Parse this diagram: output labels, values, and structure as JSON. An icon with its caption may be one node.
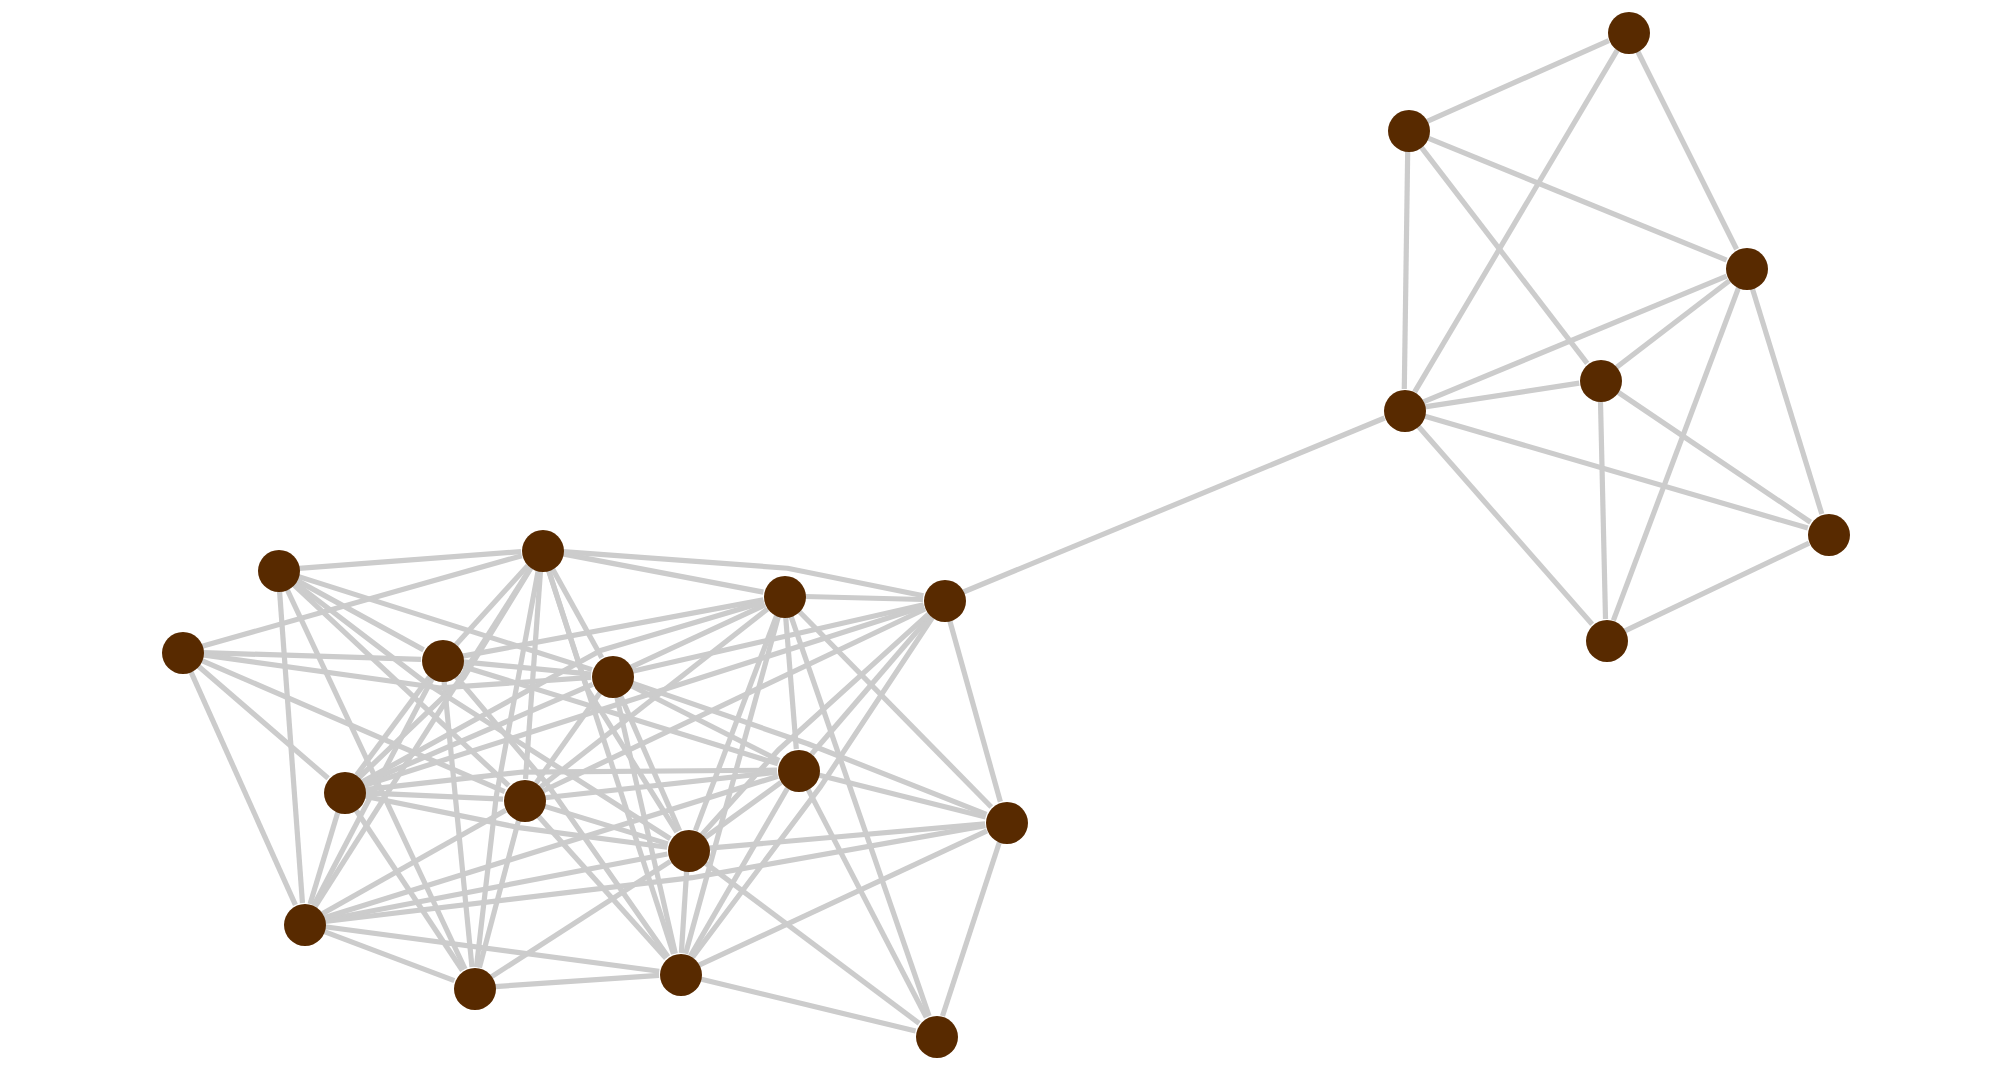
{
  "diagram": {
    "nodes": [
      {
        "text": [],
        "shape": "circle"
      },
      {
        "text": [],
        "shape": "circle"
      },
      {
        "text": [],
        "shape": "circle"
      },
      {
        "text": [],
        "shape": "circle"
      },
      {
        "text": [],
        "shape": "circle"
      },
      {
        "text": [],
        "shape": "circle"
      },
      {
        "text": [],
        "shape": "circle"
      },
      {
        "text": [],
        "shape": "circle"
      },
      {
        "text": [],
        "shape": "circle"
      },
      {
        "text": [],
        "shape": "circle"
      },
      {
        "text": [],
        "shape": "circle"
      },
      {
        "text": [],
        "shape": "circle"
      },
      {
        "text": [],
        "shape": "circle"
      },
      {
        "text": [],
        "shape": "circle"
      },
      {
        "text": [],
        "shape": "circle"
      },
      {
        "text": [],
        "shape": "circle"
      },
      {
        "text": [],
        "shape": "circle"
      },
      {
        "text": [],
        "shape": "circle"
      },
      {
        "text": [],
        "shape": "circle"
      },
      {
        "text": [],
        "shape": "circle"
      },
      {
        "text": [],
        "shape": "circle"
      },
      {
        "text": [],
        "shape": "circle"
      },
      {
        "text": [],
        "shape": "circle"
      }
    ],
    "edges": [
      {
        "from": 0,
        "to": 7,
        "arrow": "none"
      },
      {
        "from": 0,
        "to": 4,
        "arrow": "none"
      },
      {
        "from": 0,
        "to": 8,
        "arrow": "none"
      },
      {
        "from": 0,
        "to": 6,
        "arrow": "none"
      },
      {
        "from": 0,
        "to": 2,
        "arrow": "none"
      },
      {
        "from": 0,
        "to": 3,
        "arrow": "none"
      },
      {
        "from": 1,
        "to": 7,
        "arrow": "none"
      },
      {
        "from": 1,
        "to": 4,
        "arrow": "none"
      },
      {
        "from": 1,
        "to": 8,
        "arrow": "none"
      },
      {
        "from": 1,
        "to": 6,
        "arrow": "none"
      },
      {
        "from": 1,
        "to": 2,
        "arrow": "none"
      },
      {
        "from": 1,
        "to": 5,
        "arrow": "none"
      },
      {
        "from": 1,
        "to": 10,
        "arrow": "none"
      },
      {
        "from": 2,
        "to": 5,
        "arrow": "none"
      },
      {
        "from": 2,
        "to": 9,
        "arrow": "none"
      },
      {
        "from": 3,
        "to": 6,
        "arrow": "none"
      },
      {
        "from": 3,
        "to": 12,
        "arrow": "none"
      },
      {
        "from": 3,
        "to": 2,
        "arrow": "none"
      },
      {
        "from": 3,
        "to": 5,
        "arrow": "none"
      },
      {
        "from": 3,
        "to": 10,
        "arrow": "none"
      },
      {
        "from": 4,
        "to": 8,
        "arrow": "none"
      },
      {
        "from": 4,
        "to": 3,
        "arrow": "none"
      },
      {
        "from": 4,
        "to": 2,
        "arrow": "none"
      },
      {
        "from": 4,
        "to": 5,
        "arrow": "none"
      },
      {
        "from": 4,
        "to": 9,
        "arrow": "none"
      },
      {
        "from": 4,
        "to": 12,
        "arrow": "none"
      },
      {
        "from": 4,
        "to": 11,
        "arrow": "none"
      },
      {
        "from": 5,
        "to": 9,
        "arrow": "none"
      },
      {
        "from": 5,
        "to": 10,
        "arrow": "none"
      },
      {
        "from": 6,
        "to": 12,
        "arrow": "none"
      },
      {
        "from": 6,
        "to": 2,
        "arrow": "none"
      },
      {
        "from": 6,
        "to": 5,
        "arrow": "none"
      },
      {
        "from": 6,
        "to": 9,
        "arrow": "none"
      },
      {
        "from": 6,
        "to": 10,
        "arrow": "none"
      },
      {
        "from": 7,
        "to": 4,
        "arrow": "none"
      },
      {
        "from": 7,
        "to": 3,
        "arrow": "none"
      },
      {
        "from": 7,
        "to": 2,
        "arrow": "none"
      },
      {
        "from": 7,
        "to": 6,
        "arrow": "none"
      },
      {
        "from": 7,
        "to": 5,
        "arrow": "none"
      },
      {
        "from": 7,
        "to": 8,
        "arrow": "none"
      },
      {
        "from": 7,
        "to": 10,
        "arrow": "none"
      },
      {
        "from": 7,
        "to": 9,
        "arrow": "none"
      },
      {
        "from": 7,
        "to": 11,
        "arrow": "none"
      },
      {
        "from": 7,
        "to": 14,
        "arrow": "none"
      },
      {
        "from": 8,
        "to": 11,
        "arrow": "none"
      },
      {
        "from": 8,
        "to": 14,
        "arrow": "none"
      },
      {
        "from": 8,
        "to": 3,
        "arrow": "none"
      },
      {
        "from": 8,
        "to": 6,
        "arrow": "none"
      },
      {
        "from": 8,
        "to": 12,
        "arrow": "none"
      },
      {
        "from": 8,
        "to": 10,
        "arrow": "none"
      },
      {
        "from": 8,
        "to": 9,
        "arrow": "none"
      },
      {
        "from": 8,
        "to": 15,
        "arrow": "none"
      },
      {
        "from": 9,
        "to": 13,
        "arrow": "none"
      },
      {
        "from": 10,
        "to": 15,
        "arrow": "none"
      },
      {
        "from": 10,
        "to": 9,
        "arrow": "none"
      },
      {
        "from": 10,
        "to": 13,
        "arrow": "none"
      },
      {
        "from": 10,
        "to": 2,
        "arrow": "none"
      },
      {
        "from": 11,
        "to": 14,
        "arrow": "none"
      },
      {
        "from": 11,
        "to": 12,
        "arrow": "none"
      },
      {
        "from": 11,
        "to": 10,
        "arrow": "none"
      },
      {
        "from": 11,
        "to": 9,
        "arrow": "none"
      },
      {
        "from": 11,
        "to": 15,
        "arrow": "none"
      },
      {
        "from": 11,
        "to": 13,
        "arrow": "none"
      },
      {
        "from": 11,
        "to": 3,
        "arrow": "none"
      },
      {
        "from": 11,
        "to": 6,
        "arrow": "none"
      },
      {
        "from": 12,
        "to": 10,
        "arrow": "none"
      },
      {
        "from": 12,
        "to": 15,
        "arrow": "none"
      },
      {
        "from": 12,
        "to": 9,
        "arrow": "none"
      },
      {
        "from": 12,
        "to": 13,
        "arrow": "none"
      },
      {
        "from": 12,
        "to": 2,
        "arrow": "none"
      },
      {
        "from": 14,
        "to": 15,
        "arrow": "none"
      },
      {
        "from": 14,
        "to": 12,
        "arrow": "none"
      },
      {
        "from": 14,
        "to": 10,
        "arrow": "none"
      },
      {
        "from": 14,
        "to": 9,
        "arrow": "none"
      },
      {
        "from": 14,
        "to": 6,
        "arrow": "none"
      },
      {
        "from": 14,
        "to": 3,
        "arrow": "none"
      },
      {
        "from": 14,
        "to": 16,
        "arrow": "none"
      },
      {
        "from": 15,
        "to": 9,
        "arrow": "none"
      },
      {
        "from": 15,
        "to": 13,
        "arrow": "none"
      },
      {
        "from": 15,
        "to": 2,
        "arrow": "none"
      },
      {
        "from": 20,
        "to": 17,
        "arrow": "none"
      },
      {
        "from": 20,
        "to": 16,
        "arrow": "none"
      },
      {
        "from": 20,
        "to": 21,
        "arrow": "none"
      },
      {
        "from": 17,
        "to": 21,
        "arrow": "none"
      },
      {
        "from": 17,
        "to": 18,
        "arrow": "none"
      },
      {
        "from": 17,
        "to": 16,
        "arrow": "none"
      },
      {
        "from": 16,
        "to": 21,
        "arrow": "none"
      },
      {
        "from": 16,
        "to": 18,
        "arrow": "none"
      },
      {
        "from": 18,
        "to": 21,
        "arrow": "none"
      },
      {
        "from": 21,
        "to": 19,
        "arrow": "none"
      },
      {
        "from": 21,
        "to": 22,
        "arrow": "none"
      },
      {
        "from": 16,
        "to": 22,
        "arrow": "none"
      },
      {
        "from": 18,
        "to": 22,
        "arrow": "none"
      },
      {
        "from": 18,
        "to": 19,
        "arrow": "none"
      },
      {
        "from": 16,
        "to": 19,
        "arrow": "none"
      },
      {
        "from": 19,
        "to": 22,
        "arrow": "none"
      }
    ]
  }
}
